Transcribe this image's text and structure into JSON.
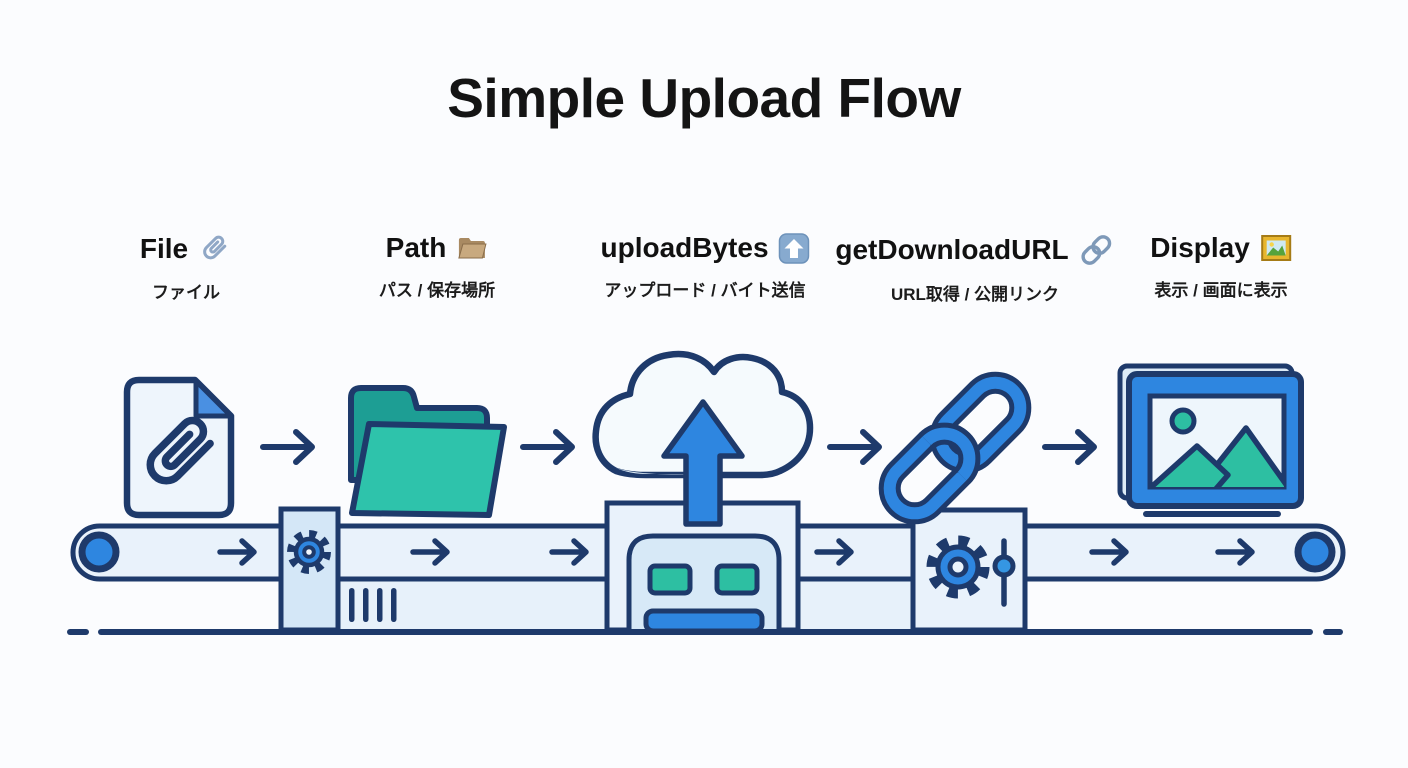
{
  "page": {
    "title": "Simple Upload Flow",
    "background": "#fbfcfe"
  },
  "palette": {
    "outline_navy": "#1e3a6b",
    "primary_blue": "#2e86e0",
    "belt_fill": "#e9f2fb",
    "station_fill": "#d4e7f7",
    "panel_fill": "#d7e9f7",
    "teal": "#2dbfa2",
    "teal_dark": "#1d9e94",
    "ink": "#141414"
  },
  "steps": [
    {
      "label": "File",
      "icon": "paperclip",
      "subtitle": "ファイル"
    },
    {
      "label": "Path",
      "icon": "open-folder",
      "subtitle": "パス / 保存場所"
    },
    {
      "label": "uploadBytes",
      "icon": "up-button",
      "subtitle": "アップロード / バイト送信"
    },
    {
      "label": "getDownloadURL",
      "icon": "link",
      "subtitle": "URL取得 / 公開リンク"
    },
    {
      "label": "Display",
      "icon": "framed-picture",
      "subtitle": "表示 / 画面に表示"
    }
  ],
  "diagram": {
    "icons": [
      "file-document-icon",
      "folder-icon",
      "cloud-upload-icon",
      "upload-machine",
      "chain-link-icon",
      "display-monitor-icon"
    ],
    "conveyor": {
      "direction": "right",
      "belt_arrow_count": 6,
      "stations": [
        "gear-station",
        "gear-slider-station"
      ]
    }
  }
}
